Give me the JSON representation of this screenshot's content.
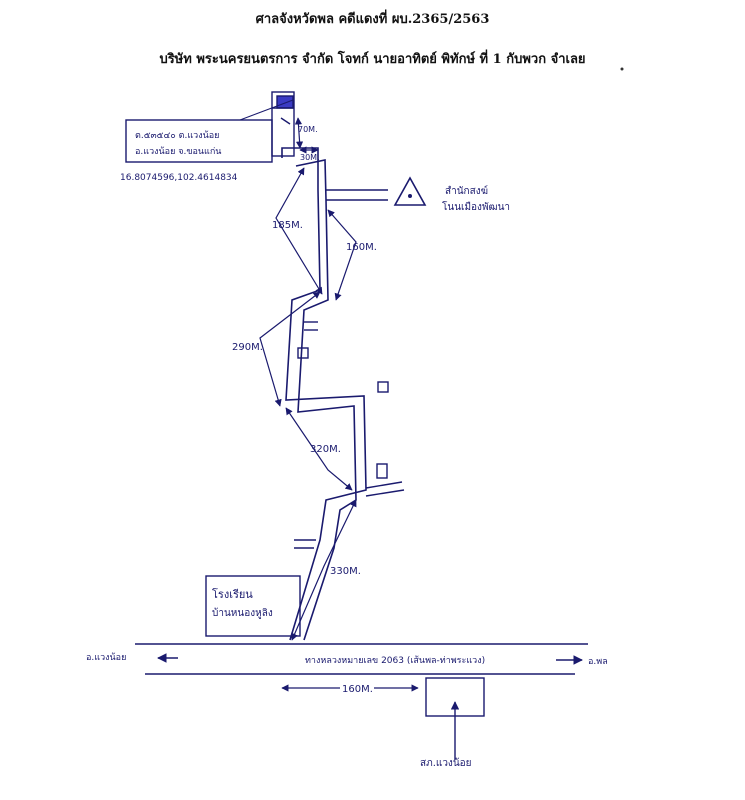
{
  "header": {
    "court_case": "ศาลจังหวัดพล คดีแดงที่ ผบ.2365/2563",
    "parties": "บริษัท พระนครยนตรการ จำกัด โจทก์ นายอาทิตย์ พิทักษ์ ที่ 1 กับพวก จำเลย"
  },
  "map": {
    "address_box": {
      "line1": "ต.๕๓๕๔๐ ต.แวงน้อย",
      "line2": "อ.แวงน้อย จ.ขอนแก่น"
    },
    "coordinates": "16.8074596,102.4614834",
    "landmark": {
      "name_line1": "สำนักสงฆ์",
      "name_line2": "โนนเมืองพัฒนา"
    },
    "school": {
      "line1": "โรงเรียน",
      "line2": "บ้านหนองหูลิง"
    },
    "distances": {
      "d70": "70M.",
      "d30": "30M.",
      "d185": "185M.",
      "d160a": "160M.",
      "d290": "290M.",
      "d320": "320M.",
      "d330": "330M.",
      "d160b": "160M."
    },
    "highway": "ทางหลวงหมายเลข 2063 (เส้นพล-ท่าพระแวง)",
    "left_dir": "อ.แวงน้อย",
    "right_dir": "อ.พล",
    "police": "สภ.แวงน้อย"
  }
}
